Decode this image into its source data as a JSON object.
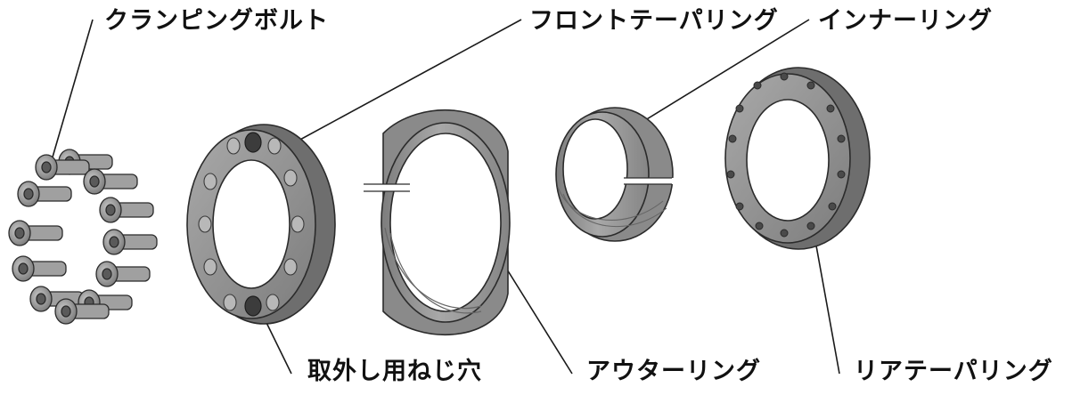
{
  "labels": {
    "clamping_bolt": "クランピングボルト",
    "front_taper_ring": "フロントテーパリング",
    "inner_ring": "インナーリング",
    "removal_screw_hole": "取外し用ねじ穴",
    "outer_ring": "アウターリング",
    "rear_taper_ring": "リアテーパリング"
  },
  "colors": {
    "part_face": "#8f8f8f",
    "part_dark": "#6e6e6e",
    "part_light": "#b0b0b0",
    "outline": "#2b2b2b",
    "leader": "#1a1a1a"
  }
}
